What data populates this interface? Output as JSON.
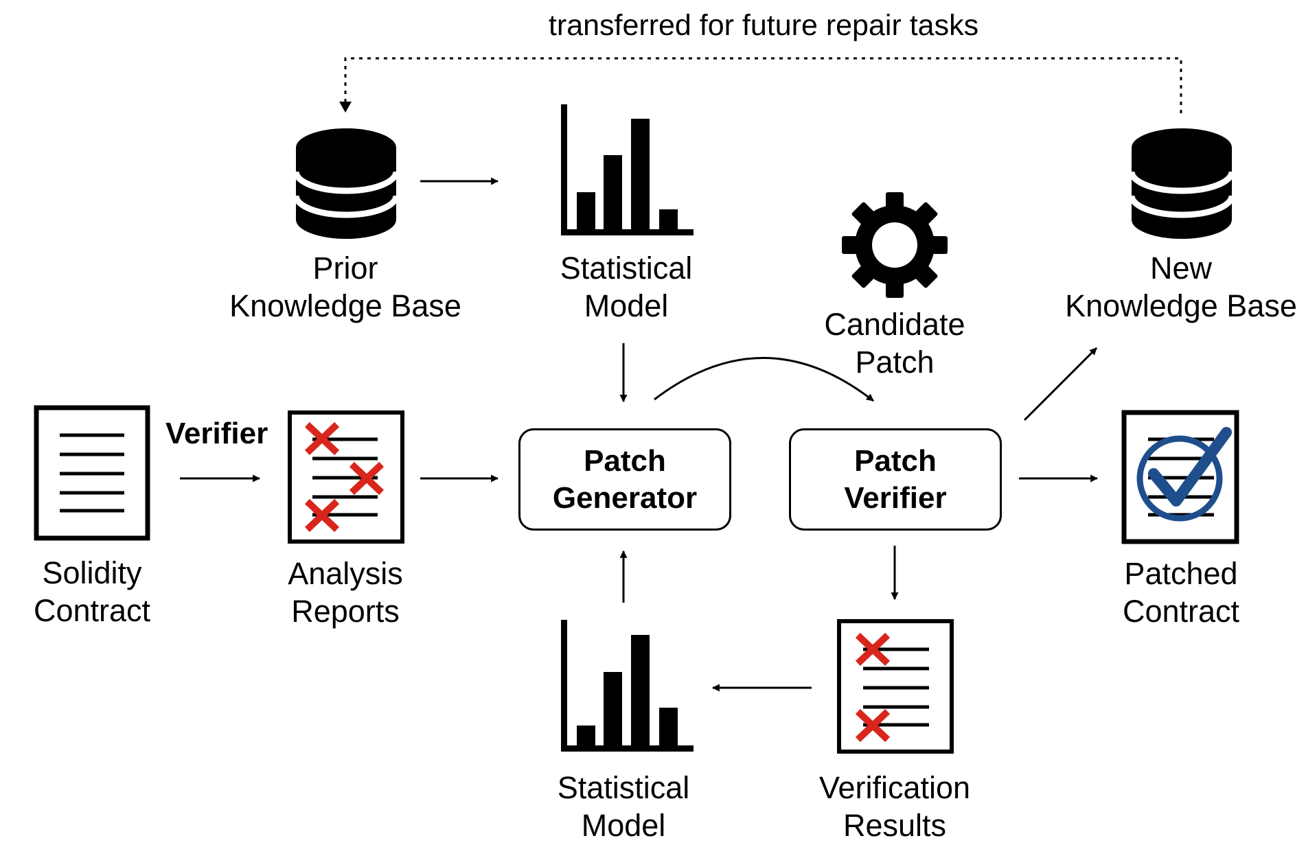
{
  "top_label": "transferred for future repair tasks",
  "nodes": {
    "prior_kb": {
      "line1": "Prior",
      "line2": "Knowledge Base"
    },
    "stat_model_top": {
      "line1": "Statistical",
      "line2": "Model"
    },
    "candidate_patch": {
      "line1": "Candidate",
      "line2": "Patch"
    },
    "new_kb": {
      "line1": "New",
      "line2": "Knowledge Base"
    },
    "solidity_contract": {
      "line1": "Solidity",
      "line2": "Contract"
    },
    "analysis_reports": {
      "line1": "Analysis",
      "line2": "Reports"
    },
    "patch_generator": {
      "line1": "Patch",
      "line2": "Generator"
    },
    "patch_verifier": {
      "line1": "Patch",
      "line2": "Verifier"
    },
    "patched_contract": {
      "line1": "Patched",
      "line2": "Contract"
    },
    "stat_model_bottom": {
      "line1": "Statistical",
      "line2": "Model"
    },
    "verification_results": {
      "line1": "Verification",
      "line2": "Results"
    }
  },
  "edge_labels": {
    "verifier": "Verifier"
  },
  "colors": {
    "cross": "#d9261c",
    "check": "#1f4e8c",
    "ink": "#000000"
  },
  "icons": [
    "database-icon",
    "bar-chart-icon",
    "gear-icon",
    "document-icon",
    "report-with-errors-icon",
    "checked-document-icon"
  ]
}
